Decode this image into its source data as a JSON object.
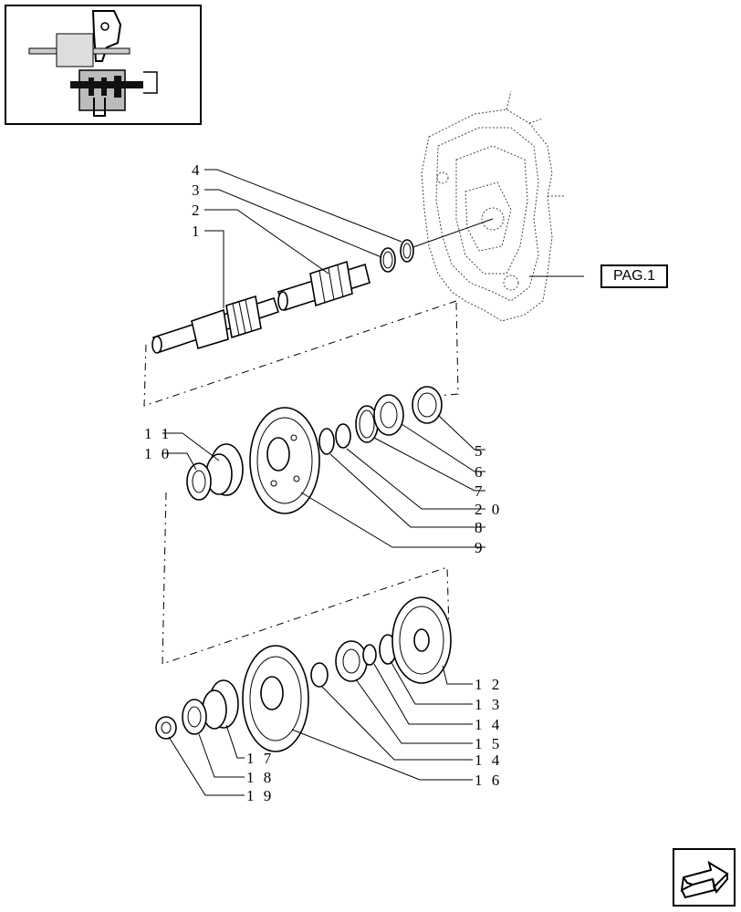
{
  "page_link": {
    "label": "PAG.1"
  },
  "callouts": [
    {
      "id": "1",
      "text": "1"
    },
    {
      "id": "2",
      "text": "2"
    },
    {
      "id": "3",
      "text": "3"
    },
    {
      "id": "4",
      "text": "4"
    },
    {
      "id": "5",
      "text": "5"
    },
    {
      "id": "6",
      "text": "6"
    },
    {
      "id": "7",
      "text": "7"
    },
    {
      "id": "8",
      "text": "8"
    },
    {
      "id": "9",
      "text": "9"
    },
    {
      "id": "10",
      "text": "1 0"
    },
    {
      "id": "11",
      "text": "1 1"
    },
    {
      "id": "12",
      "text": "1 2"
    },
    {
      "id": "13",
      "text": "1 3"
    },
    {
      "id": "14a",
      "text": "1 4"
    },
    {
      "id": "15",
      "text": "1 5"
    },
    {
      "id": "14b",
      "text": "1 4"
    },
    {
      "id": "16",
      "text": "1 6"
    },
    {
      "id": "17",
      "text": "1 7"
    },
    {
      "id": "18",
      "text": "1 8"
    },
    {
      "id": "19",
      "text": "1 9"
    },
    {
      "id": "20",
      "text": "2 0"
    }
  ],
  "icons": {
    "thumbnail": "transmission-locator-thumbnail",
    "navigation": "next-page-arrow-icon"
  }
}
